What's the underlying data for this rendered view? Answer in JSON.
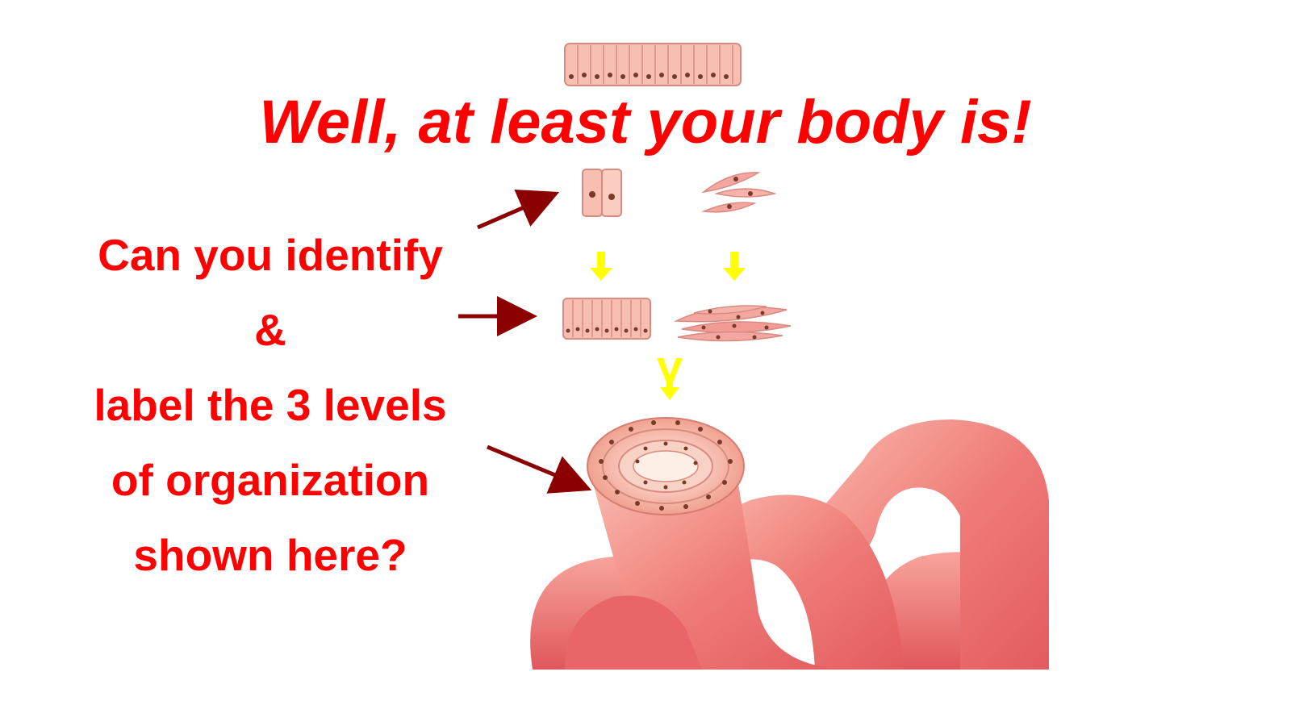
{
  "slide": {
    "title": "Well, at least your body is!",
    "question_lines": [
      "Can you identify",
      "&",
      "label the 3 levels",
      "of organization",
      "shown here?"
    ]
  },
  "colors": {
    "text": "#ff0000",
    "pointer_arrow": "#8b0000",
    "flow_arrow": "#ffff00",
    "tissue_fill": "#f4a6a0",
    "organ_fill": "#ef6b6b"
  },
  "icons": {
    "cell": "epithelial-cell-icon",
    "muscle_cells": "smooth-muscle-cell-icon",
    "tissue": "epithelial-tissue-icon",
    "muscle_tissue": "smooth-muscle-tissue-icon",
    "organ": "intestine-organ-icon"
  }
}
